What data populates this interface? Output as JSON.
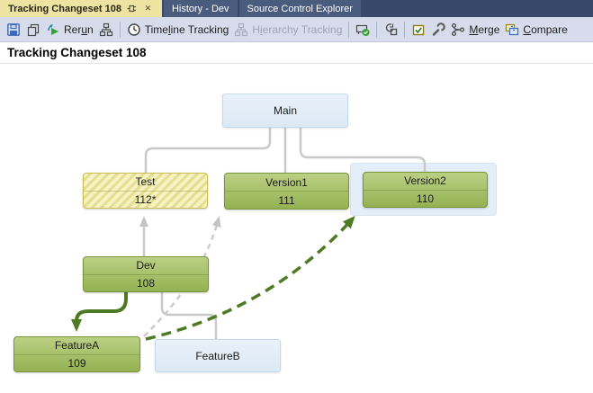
{
  "tabs": {
    "active": {
      "title": "Tracking Changeset 108"
    },
    "others": [
      {
        "title": "History - Dev"
      },
      {
        "title": "Source Control Explorer"
      }
    ]
  },
  "toolbar": {
    "rerun": {
      "pre": "Rer",
      "key": "u",
      "post": "n"
    },
    "timeline": {
      "pre": "Time",
      "key": "l",
      "post": "ine Tracking"
    },
    "hierarchy": {
      "pre": "H",
      "key": "i",
      "post": "erarchy Tracking"
    },
    "merge": {
      "pre": "",
      "key": "M",
      "post": "erge"
    },
    "compare": {
      "pre": "",
      "key": "C",
      "post": "ompare"
    }
  },
  "heading": {
    "title": "Tracking Changeset 108"
  },
  "diagram": {
    "nodes": [
      {
        "id": "main",
        "label": "Main",
        "changeset": "",
        "style": "blue"
      },
      {
        "id": "test",
        "label": "Test",
        "changeset": "112*",
        "style": "hatched"
      },
      {
        "id": "version1",
        "label": "Version1",
        "changeset": "111",
        "style": "green"
      },
      {
        "id": "version2",
        "label": "Version2",
        "changeset": "110",
        "style": "green",
        "highlighted": true
      },
      {
        "id": "dev",
        "label": "Dev",
        "changeset": "108",
        "style": "green"
      },
      {
        "id": "featurea",
        "label": "FeatureA",
        "changeset": "109",
        "style": "green"
      },
      {
        "id": "featureb",
        "label": "FeatureB",
        "changeset": "",
        "style": "blue"
      }
    ],
    "edges": [
      {
        "from": "main",
        "to": "test",
        "type": "branch-line"
      },
      {
        "from": "main",
        "to": "version1",
        "type": "branch-line"
      },
      {
        "from": "main",
        "to": "version2",
        "type": "branch-line"
      },
      {
        "from": "dev",
        "to": "featureb",
        "type": "branch-line"
      },
      {
        "from": "dev",
        "to": "test",
        "type": "merge-arrow-gray"
      },
      {
        "from": "featurea",
        "to": "version1",
        "type": "merge-arrow-gray-dashed"
      },
      {
        "from": "dev",
        "to": "featurea",
        "type": "merge-arrow-green"
      },
      {
        "from": "featurea",
        "to": "version2",
        "type": "merge-arrow-green-dashed"
      }
    ]
  },
  "colors": {
    "tab_gold": "#EFE3A1",
    "tabbar_bg": "#36496B",
    "tab_inactive": "#495C7E",
    "toolbar_bg": "#D6DCEB",
    "node_green": "#94B251",
    "node_green_light": "#BAD084",
    "node_border_green": "#77953C",
    "node_blue": "#DCE9F5",
    "node_blue_border": "#C4D9EC",
    "hatch_yellow": "#F6F2C3",
    "hatch_stripe": "#E5DE8F",
    "hatch_border": "#C9BD52",
    "connector_gray": "#C8C8C8",
    "merge_green": "#4E7A24"
  }
}
